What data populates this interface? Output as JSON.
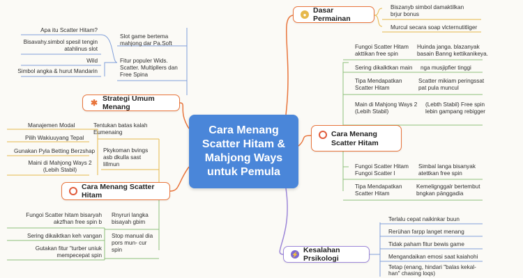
{
  "center": {
    "title": "Cara Menang Scatter Hitam & Mahjong Ways untuk Pemula"
  },
  "branches": {
    "dasar": {
      "label": "Dasar Permainan",
      "items": [
        "Biszanyb simbol damaktilkan brjur bonus",
        "Murcul secara soap vlcternutitliger"
      ]
    },
    "cara_kanan": {
      "label": "Cara Menang Scatter Hitam",
      "items": [
        [
          "Fungoi Scatter Hitam akttikan free spin",
          "Huinda janga. blazanyak basain Banng kettikanikeya."
        ],
        [
          "Sering dikalktkan main",
          "nga musjipfier tinggi"
        ],
        [
          "Tipa Mendapatkan Scatter Hitam",
          "Scatter mikiam peringssat pat pula muncul"
        ],
        [
          "Main di Mahjong Ways 2 (Lebih Stabil)",
          "(Lebth Stabil) Free spin lebin gampang rebigger"
        ],
        [
          "Fungoi Scatter Hitam Fungoi Scatter l",
          "Simbal langa bisanyak atettkan free spin"
        ],
        [
          "Tipa Mendapatkan Scatter Hitam",
          "Kemelignggalr bertembut bngkan pänggadia"
        ]
      ]
    },
    "kesalahan": {
      "label": "Kesalahan Prsikologi",
      "items": [
        "Terlalu cepat naikinkar buun",
        "Rerühan farpp langet menang",
        "Tidak paham fitur bewis game",
        "Mengandaikan emosi saat kaiahohi",
        "Tetap (enang, hindari \"balas kekal- han\" chasing loqs)"
      ]
    },
    "strategi": {
      "label": "Strategi Umum Menang",
      "left_items": [
        "Apa itu Scatter Hitam?",
        "Bisavahy.simbol spesil tengin atahlinus slot",
        "Wild",
        "Simbol angka & hurut Mandarin"
      ],
      "right_items": [
        "Slot game bertema mahjong dar Pa.Soft",
        "Fitur populer Wids. Scatter. Multipllers dan Free Spina"
      ]
    },
    "cara_kiri": {
      "label": "Cara Menang Scatter Hitam",
      "upper_left": [
        "Manajemen Modal",
        "Pilih Wakiuuyang Tepal",
        "Gunakan Pyla Betting Berzshap",
        "Maini di Mahjong Ways 2 (Lebih Stabil)"
      ],
      "upper_right": [
        "Tentukan batas kalah Eumenaing",
        "Pkykoman bvings asb dkulla sast lillmun"
      ],
      "lower_left": [
        "Fungoi Scatter hitam bisaryah akzfhan free spin b",
        "Sering dikaiktkan keh vangan",
        "Gutakan fitur \"turber uniuk mempecepat spin"
      ],
      "lower_right": [
        "Rnyruri langka bisayah gbim",
        "Stop manual dia pors mun- cur spin"
      ]
    }
  },
  "colors": {
    "center": "#4a86d9",
    "orange": "#e8743b",
    "green": "#8cc07a",
    "blue": "#7f9ed9",
    "purple": "#9c86d8",
    "yellow": "#e6b84a",
    "gray": "#9a9a9a",
    "red_icon": "#e05a3a"
  }
}
